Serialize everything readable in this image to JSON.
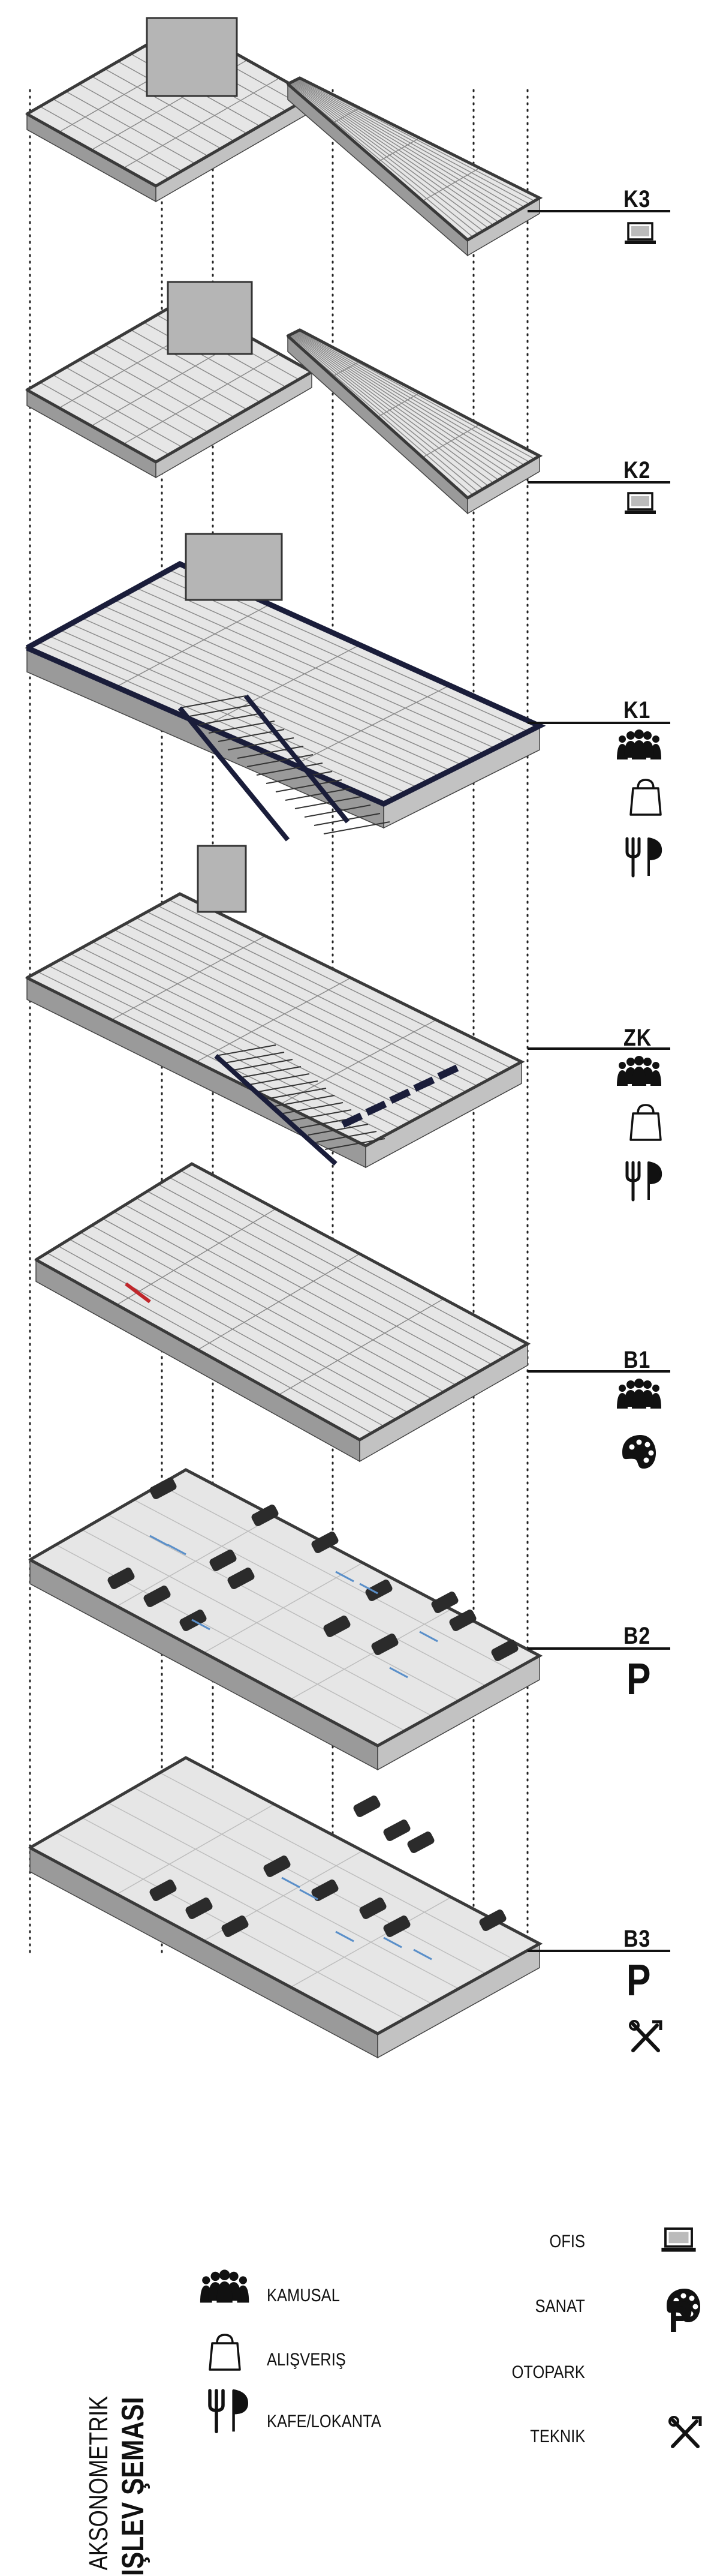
{
  "floors": [
    {
      "code": "K3",
      "functions": [
        "ofis"
      ]
    },
    {
      "code": "K2",
      "functions": [
        "ofis"
      ]
    },
    {
      "code": "K1",
      "functions": [
        "kamusal",
        "alisveris",
        "kafe"
      ]
    },
    {
      "code": "ZK",
      "functions": [
        "kamusal",
        "alisveris",
        "kafe"
      ]
    },
    {
      "code": "B1",
      "functions": [
        "kamusal",
        "sanat"
      ]
    },
    {
      "code": "B2",
      "functions": [
        "otopark"
      ]
    },
    {
      "code": "B3",
      "functions": [
        "otopark",
        "teknik"
      ]
    }
  ],
  "icons": {
    "ofis": "laptop-icon",
    "kamusal": "people-group-icon",
    "alisveris": "shopping-bag-icon",
    "kafe": "fork-knife-icon",
    "sanat": "palette-icon",
    "otopark": "parking-icon",
    "teknik": "tools-icon"
  },
  "parking_letter": "P",
  "legend": {
    "title_line1": "AKSONOMETRIK",
    "title_line2": "IŞLEV ŞEMASI",
    "left": [
      {
        "key": "kamusal",
        "label": "KAMUSAL"
      },
      {
        "key": "alisveris",
        "label": "ALIŞVERIŞ"
      },
      {
        "key": "kafe",
        "label": "KAFE/LOKANTA"
      }
    ],
    "right": [
      {
        "key": "ofis",
        "label": "OFIS"
      },
      {
        "key": "sanat",
        "label": "SANAT"
      },
      {
        "key": "otopark",
        "label": "OTOPARK"
      },
      {
        "key": "teknik",
        "label": "TEKNIK"
      }
    ]
  },
  "colors": {
    "ink": "#111111",
    "slab_top": "#e6e6e6",
    "slab_left": "#9a9a9a",
    "slab_right": "#c2c2c2",
    "wall": "#3a3a3a",
    "navy": "#1a1d3a",
    "stair_red": "#c0262b",
    "parking_line": "#5a8fc9",
    "car": "#2b2b2b"
  }
}
